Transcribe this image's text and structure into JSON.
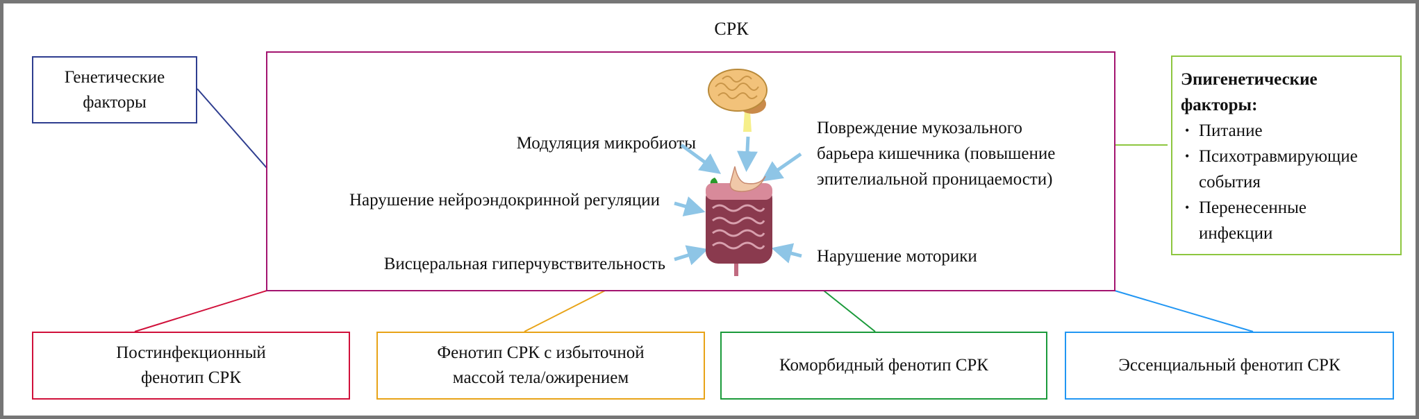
{
  "title": "СРК",
  "genetic_factors": {
    "label": "Генетические факторы"
  },
  "mechanisms": {
    "microbiota": "Модуляция микробиоты",
    "neuroendocrine": "Нарушение нейроэндокринной регуляции",
    "visceral": "Висцеральная гиперчувствительность",
    "mucosal_lines": [
      "Повреждение мукозального",
      "барьера кишечника (повышение",
      "эпителиальной проницаемости)"
    ],
    "motility": "Нарушение моторики"
  },
  "epigenetic": {
    "title_lines": [
      "Эпигенетические",
      "факторы:"
    ],
    "items": [
      "Питание",
      "Психотравмирующие события",
      "Перенесенные инфекции"
    ]
  },
  "phenotypes": [
    {
      "label": "Постинфекционный фенотип  СРК",
      "color": "#d0103a"
    },
    {
      "label": "Фенотип СРК с избыточной массой тела/ожирением",
      "color": "#e8a317"
    },
    {
      "label": "Коморбидный фенотип СРК",
      "color": "#1a9a3a"
    },
    {
      "label": "Эссенциальный фенотип СРК",
      "color": "#2196f3"
    }
  ],
  "colors": {
    "main_box": "#a3136f",
    "genetic": "#2e3d8f",
    "epigenetic": "#8dc63f",
    "arrow": "#8ec5e6"
  }
}
